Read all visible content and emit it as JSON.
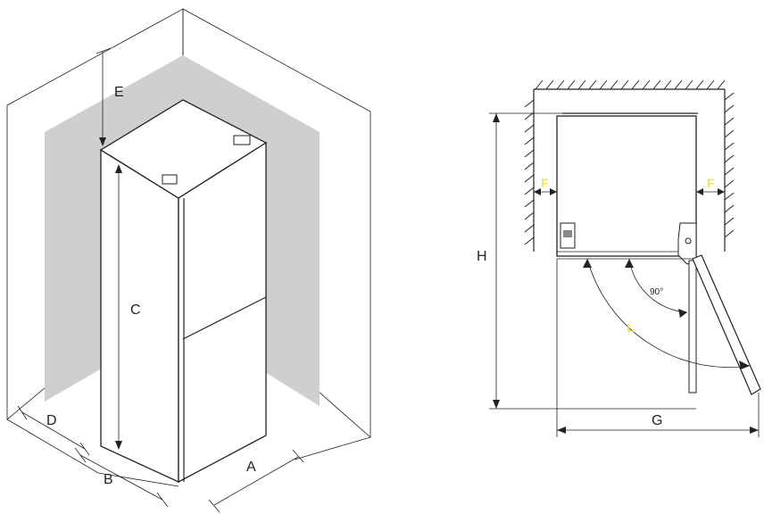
{
  "left_diagram": {
    "labels": {
      "a": "A",
      "b": "B",
      "c": "C",
      "d": "D",
      "e": "E"
    }
  },
  "right_diagram": {
    "labels": {
      "f_left": "F",
      "f_right": "F",
      "h": "H",
      "g": "G",
      "l": "L",
      "angle": "90°"
    }
  },
  "colors": {
    "wall_shade": "#cfcfcf",
    "line": "#222222",
    "highlight": "#f1e64a"
  }
}
